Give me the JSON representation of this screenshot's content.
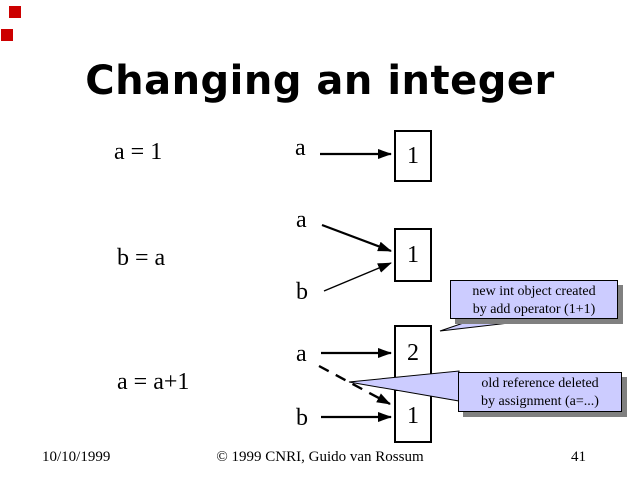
{
  "slide": {
    "title": "Changing an integer"
  },
  "statements": [
    {
      "text": "a = 1"
    },
    {
      "text": "b = a"
    },
    {
      "text": "a = a+1"
    }
  ],
  "diagram": {
    "row1": {
      "var1": "a",
      "box_value": "1"
    },
    "row2": {
      "var1": "a",
      "var2": "b",
      "box_value": "1"
    },
    "row3": {
      "var1": "a",
      "var2": "b",
      "box_new_value": "2",
      "box_old_value": "1"
    }
  },
  "callouts": [
    {
      "line1": "new int object created",
      "line2": "by add operator (1+1)"
    },
    {
      "line1": "old reference deleted",
      "line2": "by assignment (a=...)"
    }
  ],
  "footer": {
    "date": "10/10/1999",
    "copyright": "© 1999 CNRI, Guido van Rossum",
    "page_number": "41"
  },
  "colors": {
    "callout_fill": "#ccccff",
    "callout_shadow": "#808080",
    "decoration_red": "#cc0000"
  }
}
